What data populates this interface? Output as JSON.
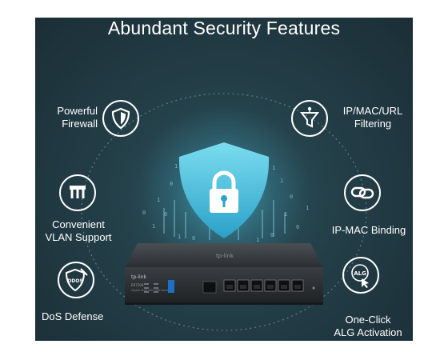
{
  "header": {
    "title": "Abundant Security Features"
  },
  "features": {
    "firewall": {
      "line1": "Powerful",
      "line2": "Firewall",
      "icon": "shield-icon"
    },
    "vlan": {
      "line1": "Convenient",
      "line2": "VLAN Support",
      "icon": "network-tree-icon"
    },
    "dos": {
      "line1": "DoS Defense",
      "icon": "ddos-shield-icon",
      "badge": "DDOS"
    },
    "filtering": {
      "line1": "IP/MAC/URL",
      "line2": "Filtering",
      "icon": "funnel-filter-icon"
    },
    "binding": {
      "line1": "IP-MAC Binding",
      "icon": "chain-link-icon"
    },
    "alg": {
      "line1": "One-Click",
      "line2": "ALG Activation",
      "icon": "alg-cursor-icon",
      "badge": "ALG"
    }
  },
  "device": {
    "brand": "tp-link",
    "model": "ER7206",
    "subtitle": "Gigabit Multi-WAN VPN Router",
    "top_brand": "tp-link"
  },
  "colors": {
    "background": "#233e47",
    "accent": "#3fb8d9",
    "text": "#ffffff"
  }
}
